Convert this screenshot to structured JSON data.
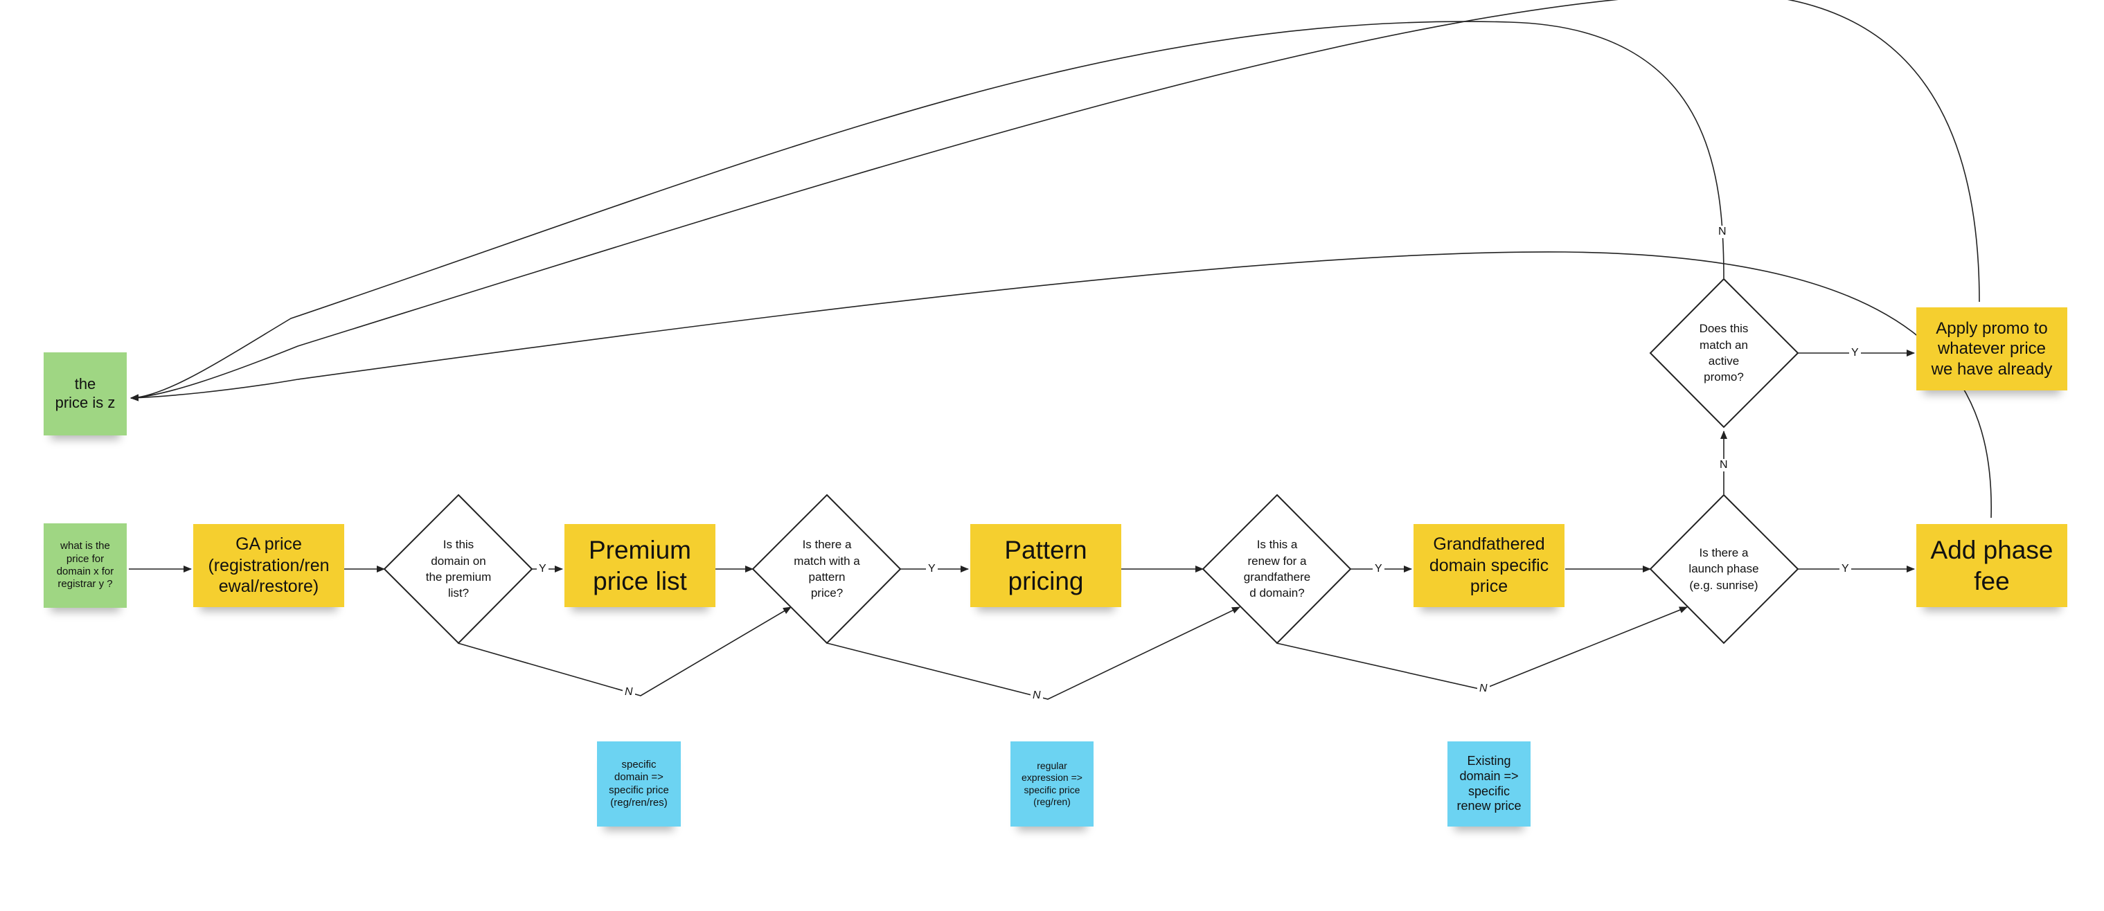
{
  "nodes": {
    "question": "what is the\nprice for\ndomain x for\nregistrar y ?",
    "result": "the\nprice is z",
    "ga_price": "GA price\n(registration/ren\newal/restore)",
    "premium_question": "Is this\ndomain on\nthe premium\nlist?",
    "premium_list": "Premium\nprice list",
    "pattern_question": "Is there a\nmatch with a\npattern\nprice?",
    "pattern_pricing": "Pattern\npricing",
    "grandfathered_question": "Is this a\nrenew for a\ngrandfathere\nd domain?",
    "grandfathered_price": "Grandfathered\ndomain specific\nprice",
    "launch_question": "Is there a\nlaunch phase\n(e.g. sunrise)",
    "add_phase_fee": "Add phase\nfee",
    "promo_question": "Does this\nmatch an\nactive\npromo?",
    "apply_promo": "Apply promo to\nwhatever price\nwe have already"
  },
  "notes": {
    "premium_note": "specific\ndomain =>\nspecific price\n(reg/ren/res)",
    "pattern_note": "regular\nexpression =>\nspecific price\n(reg/ren)",
    "grandfathered_note": "Existing\ndomain  =>\nspecific\nrenew price"
  },
  "labels": {
    "yes": "Y",
    "no": "N"
  },
  "colors": {
    "yellow_sticky": "#f5cf2f",
    "green_sticky": "#9fd683",
    "blue_sticky": "#6cd3f2",
    "line": "#222222"
  }
}
